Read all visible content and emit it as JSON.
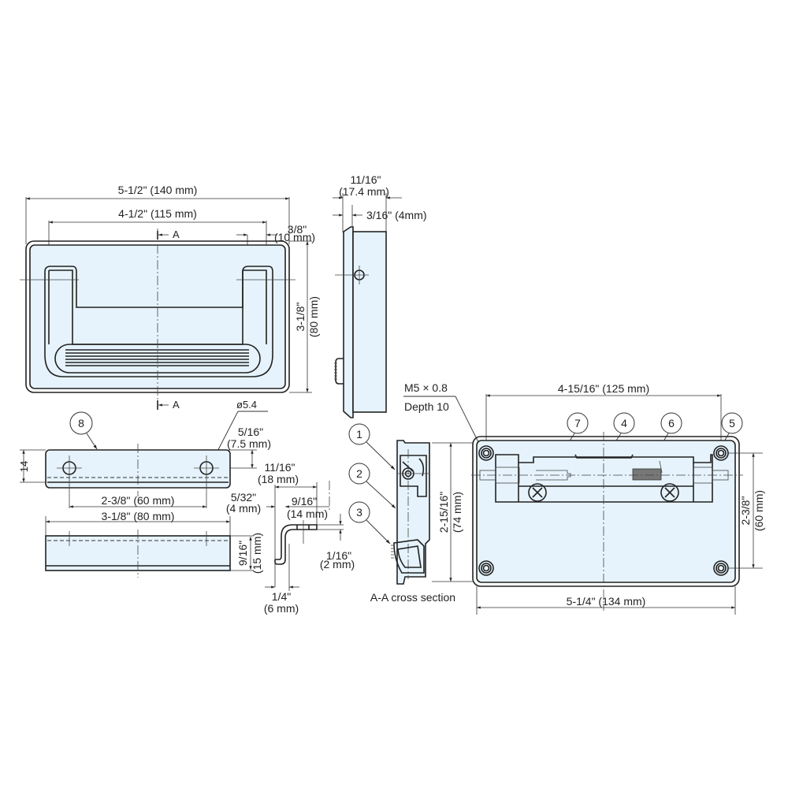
{
  "colors": {
    "fill": "#e6f3fc",
    "line": "#222222",
    "background": "#ffffff"
  },
  "front_view": {
    "overall_width": "5-1/2\" (140 mm)",
    "hinge_span": "4-1/2\" (115 mm)",
    "edge_offset_in": "3/8\"",
    "edge_offset_mm": "(10 mm)",
    "height_in": "3-1/8\"",
    "height_mm": "(80 mm)",
    "section_mark_top": "A",
    "section_mark_bottom": "A"
  },
  "side_view": {
    "depth_in": "11/16\"",
    "depth_mm": "(17.4 mm)",
    "flange": "3/16\" (4mm)"
  },
  "plate_part": {
    "callout": "8",
    "hole_dia": "ø5.4",
    "hole_offset_in": "5/16\"",
    "hole_offset_mm": "(7.5 mm)",
    "height": "14",
    "hole_span": "2-3/8\" (60 mm)",
    "length": "3-1/8\" (80 mm)",
    "side_height_in": "9/16\"",
    "side_height_mm": "(15 mm)"
  },
  "bracket_profile": {
    "width_in": "11/16\"",
    "width_mm": "(18 mm)",
    "offset_in": "5/32\"",
    "offset_mm": "(4 mm)",
    "top_in": "9/16\"",
    "top_mm": "(14 mm)",
    "thickness_in": "1/16\"",
    "thickness_mm": "(2 mm)",
    "foot_in": "1/4\"",
    "foot_mm": "(6 mm)"
  },
  "cross_section": {
    "callouts": [
      "1",
      "2",
      "3"
    ],
    "label": "A-A cross section",
    "height_in": "2-15/16\"",
    "height_mm": "(74 mm)"
  },
  "rear_view": {
    "thread_spec": "M5 × 0.8",
    "thread_depth": "Depth 10",
    "hole_span": "4-15/16\" (125 mm)",
    "overall_width": "5-1/4\" (134 mm)",
    "vertical_span_in": "2-3/8\"",
    "vertical_span_mm": "(60 mm)",
    "callouts": [
      "7",
      "4",
      "6",
      "5"
    ]
  }
}
